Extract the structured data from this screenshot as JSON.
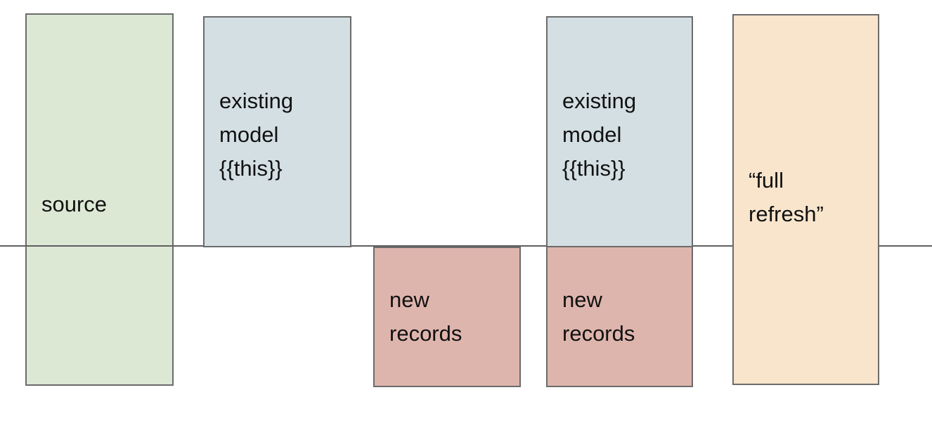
{
  "diagram": {
    "background": "#ffffff",
    "border_color": "#6b6b6b",
    "divider_line_color": "#5f5f5f",
    "text_color": "#111111",
    "boxes": {
      "source": {
        "label": "source",
        "fill": "#dce8d4"
      },
      "existing_model_1": {
        "label": "existing\nmodel\n{{this}}",
        "fill": "#d4dfe3"
      },
      "new_records_1": {
        "label": "new\nrecords",
        "fill": "#deb5ad"
      },
      "existing_model_2": {
        "label": "existing\nmodel\n{{this}}",
        "fill": "#d4dfe3"
      },
      "new_records_2": {
        "label": "new\nrecords",
        "fill": "#deb5ad"
      },
      "full_refresh": {
        "label": "“full\nrefresh”",
        "fill": "#f8e5cc"
      }
    }
  }
}
